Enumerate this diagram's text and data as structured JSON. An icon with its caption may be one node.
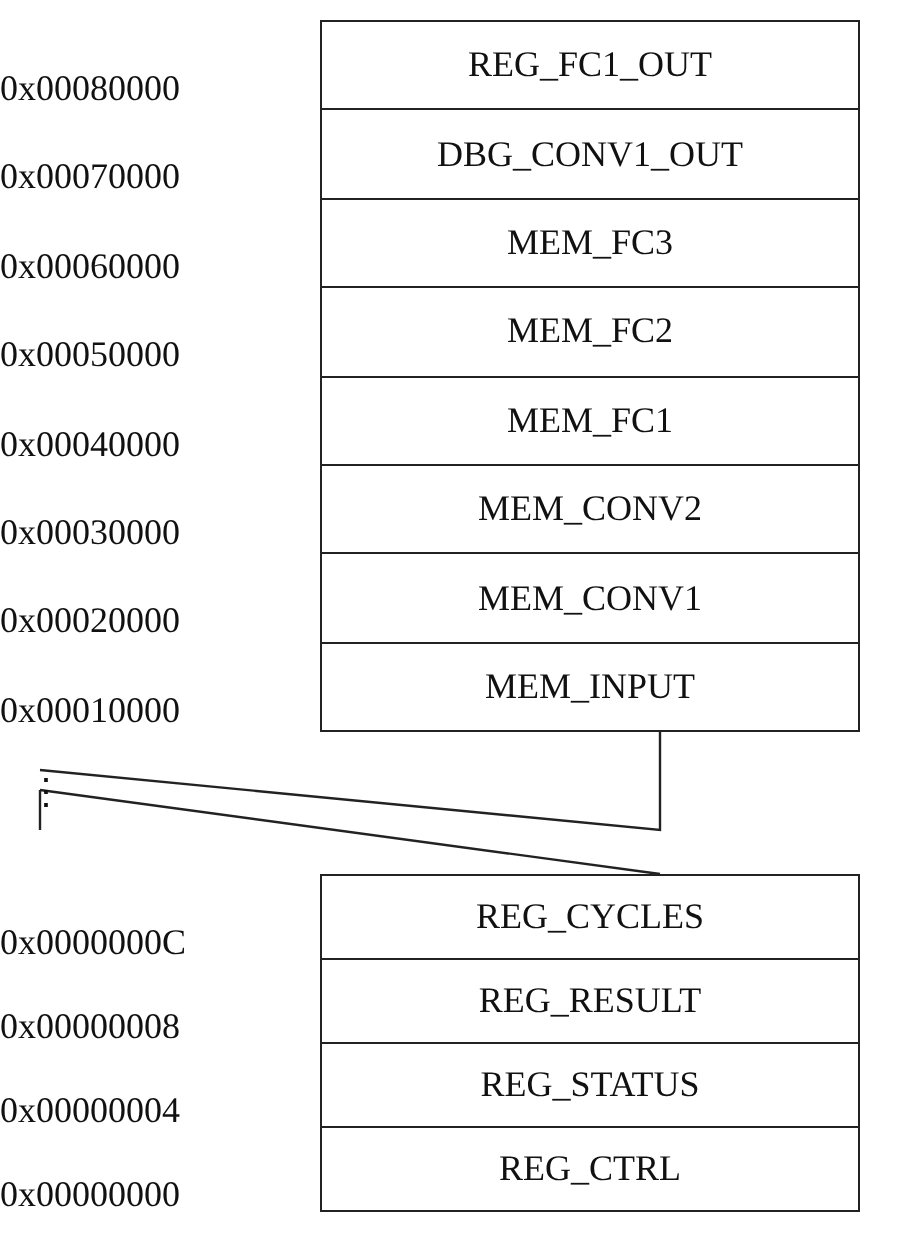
{
  "diagram": {
    "nodes": [
      {
        "text": [
          "REG_FC1_OUT"
        ]
      },
      {
        "text": [
          "DBG_CONV1_OUT"
        ]
      },
      {
        "text": [
          "MEM_FC3"
        ]
      },
      {
        "text": [
          "MEM_FC2"
        ]
      },
      {
        "text": [
          "MEM_FC1"
        ]
      },
      {
        "text": [
          "MEM_CONV2"
        ]
      },
      {
        "text": [
          "MEM_CONV1"
        ]
      },
      {
        "text": [
          "MEM_INPUT"
        ]
      },
      {
        "text": [
          "REG_CYCLES"
        ]
      },
      {
        "text": [
          "REG_RESULT"
        ]
      },
      {
        "text": [
          "REG_STATUS"
        ]
      },
      {
        "text": [
          "REG_CTRL"
        ]
      }
    ],
    "edges": [],
    "labels": [
      "0x00080000",
      "0x00070000",
      "0x00060000",
      "0x00050000",
      "0x00040000",
      "0x00030000",
      "0x00020000",
      "0x00010000",
      "⋮",
      "0x0000000C",
      "0x00000008",
      "0x00000004",
      "0x00000000"
    ]
  }
}
